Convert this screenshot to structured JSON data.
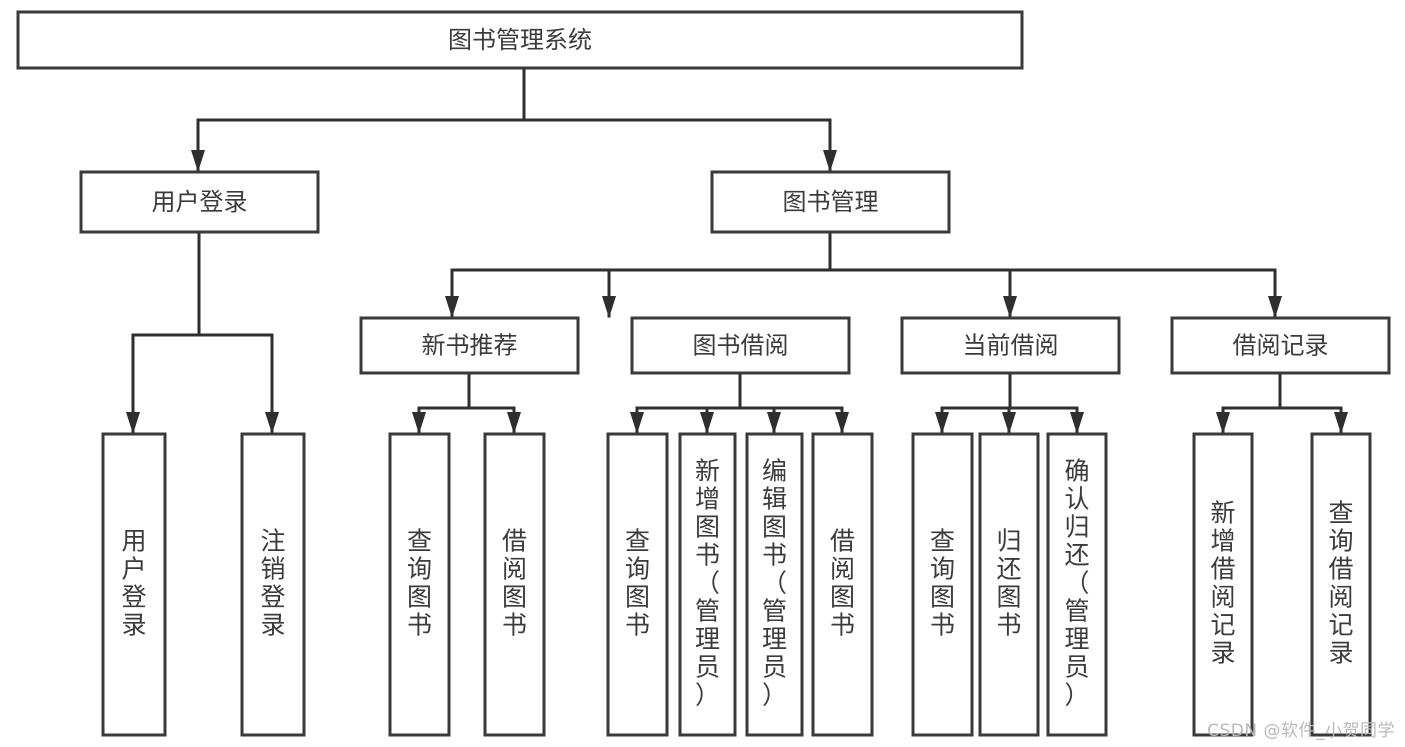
{
  "diagram": {
    "title": "图书管理系统",
    "type": "tree",
    "orientation": "top-down",
    "colors": {
      "stroke": "#3a3a3a",
      "connector": "#2f2f2f",
      "node_fill": "#ffffff",
      "text": "#3b3b3b",
      "background": "#ffffff",
      "watermark": "#b9b9b9"
    },
    "levels": {
      "root": {
        "label": "图书管理系统"
      },
      "level2": [
        {
          "id": "user-login",
          "label": "用户登录"
        },
        {
          "id": "book-management",
          "label": "图书管理"
        }
      ],
      "level3": [
        {
          "id": "new-book-recommend",
          "label": "新书推荐",
          "parent": "book-management"
        },
        {
          "id": "book-borrow",
          "label": "图书借阅",
          "parent": "book-management"
        },
        {
          "id": "current-borrow",
          "label": "当前借阅",
          "parent": "book-management"
        },
        {
          "id": "borrow-record",
          "label": "借阅记录",
          "parent": "book-management"
        }
      ],
      "leaves": [
        {
          "id": "leaf-user-login",
          "label": "用户登录",
          "parent": "user-login"
        },
        {
          "id": "leaf-logout-login",
          "label": "注销登录",
          "parent": "user-login"
        },
        {
          "id": "leaf-query-book-1",
          "label": "查询图书",
          "parent": "new-book-recommend"
        },
        {
          "id": "leaf-borrow-book-1",
          "label": "借阅图书",
          "parent": "new-book-recommend"
        },
        {
          "id": "leaf-query-book-2",
          "label": "查询图书",
          "parent": "book-borrow"
        },
        {
          "id": "leaf-add-book",
          "label": "新增图书（管理员）",
          "parent": "book-borrow"
        },
        {
          "id": "leaf-edit-book",
          "label": "编辑图书（管理员）",
          "parent": "book-borrow"
        },
        {
          "id": "leaf-borrow-book-2",
          "label": "借阅图书",
          "parent": "book-borrow"
        },
        {
          "id": "leaf-query-book-3",
          "label": "查询图书",
          "parent": "current-borrow"
        },
        {
          "id": "leaf-return-book",
          "label": "归还图书",
          "parent": "current-borrow"
        },
        {
          "id": "leaf-confirm-return",
          "label": "确认归还（管理员）",
          "parent": "current-borrow"
        },
        {
          "id": "leaf-add-record",
          "label": "新增借阅记录",
          "parent": "borrow-record"
        },
        {
          "id": "leaf-query-record",
          "label": "查询借阅记录",
          "parent": "borrow-record"
        }
      ]
    }
  },
  "watermark": {
    "text": "CSDN @软件_小贺同学"
  }
}
